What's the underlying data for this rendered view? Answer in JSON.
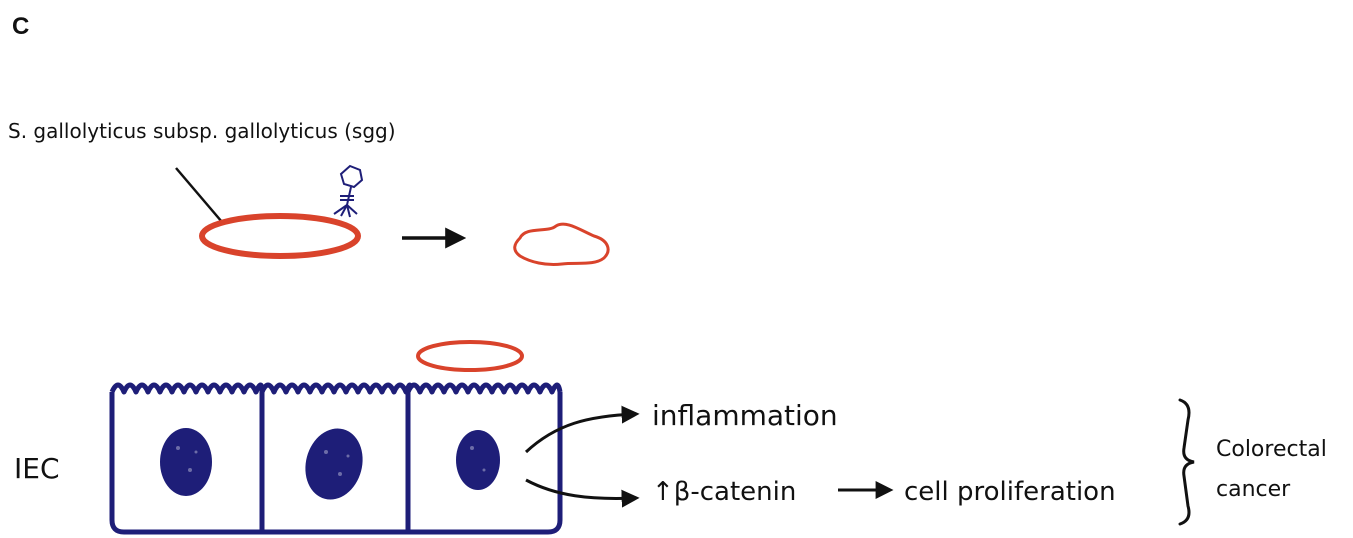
{
  "panel_label": "C",
  "bacterium_label": "S. gallolyticus subsp. gallolyticus (sgg)",
  "cell_label": "IEC",
  "outcomes": {
    "inflammation": "inflammation",
    "beta_catenin": "↑β-catenin",
    "cell_proliferation": "cell proliferation",
    "cancer_line1": "Colorectal",
    "cancer_line2": "cancer"
  },
  "colors": {
    "bacterium": "#d9432b",
    "cell": "#1e1e78",
    "ink": "#111111"
  },
  "icons": [
    "phage-icon",
    "arrow-icon",
    "brace-icon"
  ]
}
